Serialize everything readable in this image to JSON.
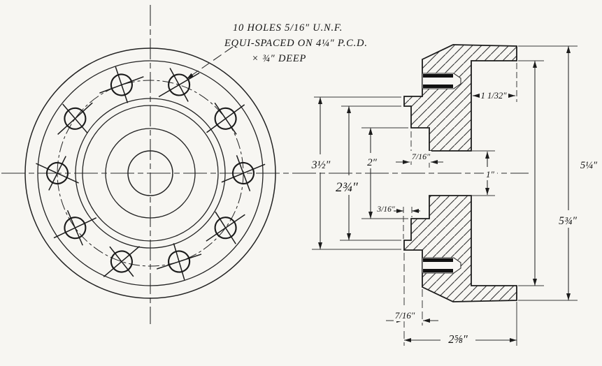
{
  "note": {
    "line1": "10 HOLES 5/16″ U.N.F.",
    "line2": "EQUI-SPACED ON 4¼″ P.C.D.",
    "line3": "× ¾″ DEEP"
  },
  "dimensions": {
    "boss_diameter": "3½″",
    "step_diameter": "2¾″",
    "spigot_diameter": "2″",
    "step_depth_upper": "7/16″",
    "step_depth_small": "3/16″",
    "recess_depth": "1 1/32″",
    "bore_diameter": "1″",
    "recess_diameter": "5¼″",
    "outside_diameter": "5¾″",
    "boss_projection": "7/16″",
    "overall_width": "2⅝″"
  },
  "colors": {
    "paper": "#f7f6f2",
    "ink": "#1c1c1c"
  }
}
